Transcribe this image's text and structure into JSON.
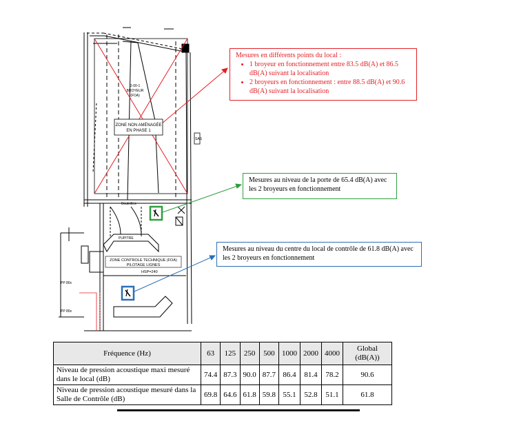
{
  "plan_labels": {
    "zone_non_amenagee": [
      "ZONE NON AMÉNAGÉE",
      "EN PHASE 1"
    ],
    "zone_controle": [
      "ZONE CONTROLE TECHNIQUE (FOA)",
      "PILOTAGE LIGNES"
    ],
    "hsp": "HSP=240",
    "pupitre": "PUPITRE",
    "bouteilles": "Bouteilles",
    "zone_codes": [
      "2-00-1",
      "BROYEUR",
      "(FOA)"
    ],
    "pp_top": "PP 80x",
    "pp_bottom": "PP 80x",
    "side_letters": "SAS"
  },
  "callouts": {
    "red": {
      "heading": "Mesures en différents points du local :",
      "items": [
        "1 broyeur en fonctionnement entre 83.5 dB(A) et 86.5 dB(A) suivant la localisation",
        "2 broyeurs en fonctionnement : entre 88.5 dB(A) et 90.6 dB(A) suivant la localisation"
      ]
    },
    "green": "Mesures au niveau de la porte de 65.4 dB(A) avec les 2 broyeurs en fonctionnement",
    "blue": "Mesures au niveau du centre du local de contrôle de 61.8 dB(A) avec les 2 broyeurs en fonctionnement"
  },
  "colors": {
    "red": "#e31e24",
    "green": "#2e9e3e",
    "blue": "#2a6fb5"
  },
  "table": {
    "headers": [
      "Fréquence (Hz)",
      "63",
      "125",
      "250",
      "500",
      "1000",
      "2000",
      "4000",
      "Global (dB(A))"
    ],
    "rows": [
      {
        "label": "Niveau de pression acoustique maxi mesuré dans le local (dB)",
        "values": [
          "74.4",
          "87.3",
          "90.0",
          "87.7",
          "86.4",
          "81.4",
          "78.2",
          "90.6"
        ]
      },
      {
        "label": "Niveau de pression acoustique mesuré dans la Salle de Contrôle (dB)",
        "values": [
          "69.8",
          "64.6",
          "61.8",
          "59.8",
          "55.1",
          "52.8",
          "51.1",
          "61.8"
        ]
      }
    ]
  }
}
